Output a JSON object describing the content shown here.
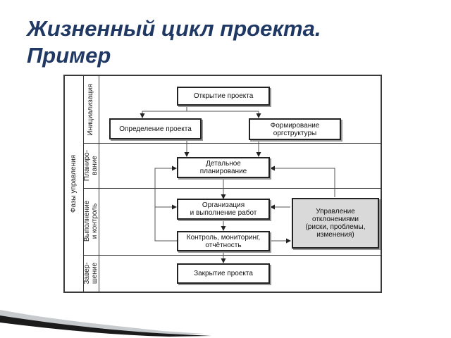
{
  "slide": {
    "title_line1": "Жизненный цикл проекта.",
    "title_line2": "Пример"
  },
  "diagram": {
    "phases_header": "Фазы управления",
    "lanes": [
      {
        "id": "init",
        "label": "Инициализация"
      },
      {
        "id": "plan",
        "label": "Планиро-\nвание"
      },
      {
        "id": "exec",
        "label": "Выполнение\nи контроль"
      },
      {
        "id": "close",
        "label": "Завер-\nшение"
      }
    ],
    "boxes": {
      "open": "Открытие проекта",
      "define": "Определение проекта",
      "org": "Формирование\nоргструктуры",
      "detail": "Детальное\nпланирование",
      "exec": "Организация\nи выполнение работ",
      "control": "Контроль, мониторинг,\nотчётность",
      "deviation": "Управление\nотклонениями\n(риски, проблемы,\nизменения)",
      "closing": "Закрытие проекта"
    }
  }
}
